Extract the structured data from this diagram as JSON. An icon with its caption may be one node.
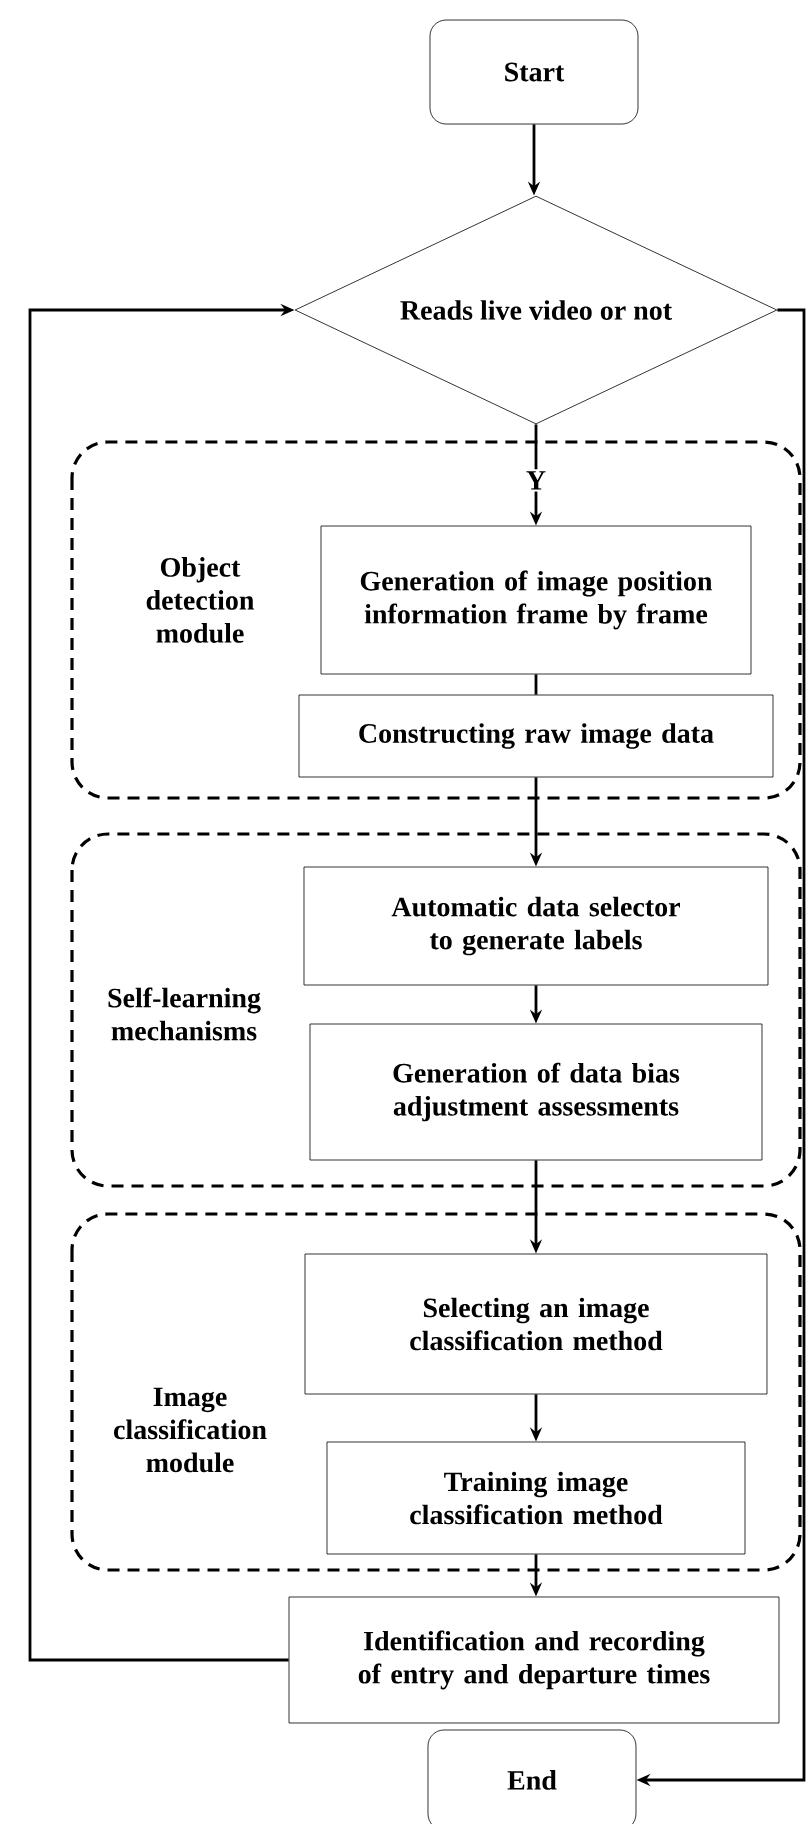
{
  "diagram": {
    "nodes": [
      {
        "text": [
          "Start"
        ]
      },
      {
        "text": [
          "Reads live video or not"
        ]
      },
      {
        "text": [
          "Object detection module"
        ]
      },
      {
        "text": [
          "Generation of image position information frame by frame"
        ],
        "in": 2
      },
      {
        "text": [
          "Constructing raw image data"
        ],
        "in": 2
      },
      {
        "text": [
          "Self-learning mechanisms"
        ]
      },
      {
        "text": [
          "Automatic data selector to generate labels"
        ],
        "in": 5
      },
      {
        "text": [
          "Generation of data bias adjustment assessments"
        ],
        "in": 5
      },
      {
        "text": [
          "Image classification module"
        ]
      },
      {
        "text": [
          "Selecting an image classification method"
        ],
        "in": 8
      },
      {
        "text": [
          "Training image classification method"
        ],
        "in": 8
      },
      {
        "text": [
          "Identification and recording of entry and departure times"
        ]
      },
      {
        "text": [
          "End"
        ]
      }
    ],
    "edges": [
      {
        "from": 0,
        "to": 1,
        "arrow": "to"
      },
      {
        "from": 1,
        "to": 3,
        "arrow": "to",
        "label": "Y"
      },
      {
        "from": 3,
        "to": 4,
        "arrow": "none"
      },
      {
        "from": 4,
        "to": 6,
        "arrow": "to"
      },
      {
        "from": 6,
        "to": 7,
        "arrow": "to"
      },
      {
        "from": 7,
        "to": 9,
        "arrow": "to"
      },
      {
        "from": 9,
        "to": 10,
        "arrow": "to"
      },
      {
        "from": 10,
        "to": 11,
        "arrow": "to"
      },
      {
        "from": 11,
        "to": 1,
        "arrow": "to"
      },
      {
        "from": 1,
        "to": 12,
        "arrow": "to"
      }
    ]
  }
}
